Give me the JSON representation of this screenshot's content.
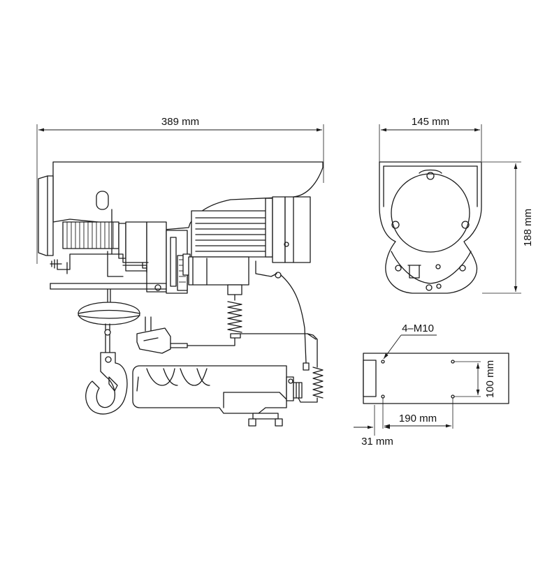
{
  "dimensions": {
    "width_side_view": "389 mm",
    "width_end_view": "145 mm",
    "height_end_view": "188 mm",
    "mount_bolts": "4–M10",
    "mount_spacing_y": "100 mm",
    "mount_spacing_x": "190 mm",
    "mount_offset_x": "31 mm"
  }
}
